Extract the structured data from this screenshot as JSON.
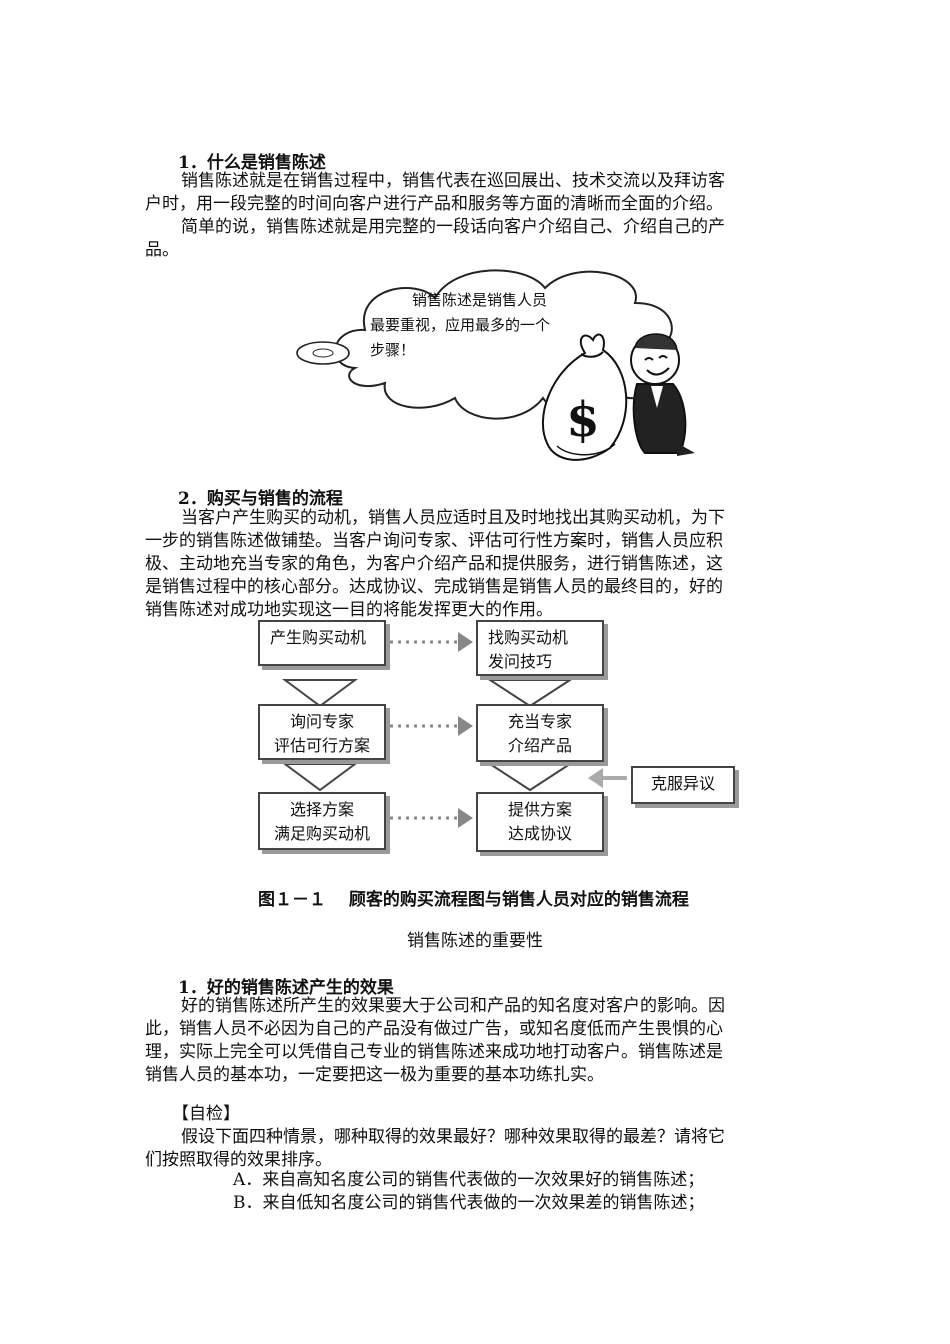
{
  "section1": {
    "heading": "1．什么是销售陈述",
    "para1": [
      "销售陈述就是在销售过程中，销售代表在巡回展出、技术交流以及拜访客",
      "户时，用一段完整的时间向客户进行产品和服务等方面的清晰而全面的介绍。"
    ],
    "para2": [
      "简单的说，销售陈述就是用完整的一段话向客户介绍自己、介绍自己的产",
      "品。"
    ]
  },
  "cartoon": {
    "bubble_lines": [
      "销售陈述是销售人员",
      "最要重视，应用最多的一个",
      "步骤！"
    ],
    "money_symbol": "$"
  },
  "section2": {
    "heading": "2．购买与销售的流程",
    "para": [
      "当客户产生购买的动机，销售人员应适时且及时地找出其购买动机，为下",
      "一步的销售陈述做铺垫。当客户询问专家、评估可行性方案时，销售人员应积",
      "极、主动地充当专家的角色，为客户介绍产品和提供服务，进行销售陈述，这",
      "是销售过程中的核心部分。达成协议、完成销售是销售人员的最终目的，好的",
      "销售陈述对成功地实现这一目的将能发挥更大的作用。"
    ]
  },
  "flow": {
    "left": [
      [
        "产生购买动机"
      ],
      [
        "询问专家",
        "评估可行方案"
      ],
      [
        "选择方案",
        "满足购买动机"
      ]
    ],
    "right": [
      [
        "找购买动机",
        "发问技巧"
      ],
      [
        "充当专家",
        "介绍产品"
      ],
      [
        "提供方案",
        "达成协议"
      ]
    ],
    "side": "克服异议"
  },
  "figure_caption": "图１－１　 顾客的购买流程图与销售人员对应的销售流程",
  "subtitle": "销售陈述的重要性",
  "section3": {
    "heading": "1．好的销售陈述产生的效果",
    "para": [
      "好的销售陈述所产生的效果要大于公司和产品的知名度对客户的影响。因",
      "此，销售人员不必因为自己的产品没有做过广告，或知名度低而产生畏惧的心",
      "理，实际上完全可以凭借自己专业的销售陈述来成功地打动客户。销售陈述是",
      "销售人员的基本功，一定要把这一极为重要的基本功练扎实。"
    ]
  },
  "selfcheck": {
    "label": "【自检】",
    "para": [
      "假设下面四种情景，哪种取得的效果最好？哪种效果取得的最差？请将它",
      "们按照取得的效果排序。"
    ],
    "options": [
      "A．来自高知名度公司的销售代表做的一次效果好的销售陈述；",
      "B．来自低知名度公司的销售代表做的一次效果差的销售陈述；"
    ]
  }
}
